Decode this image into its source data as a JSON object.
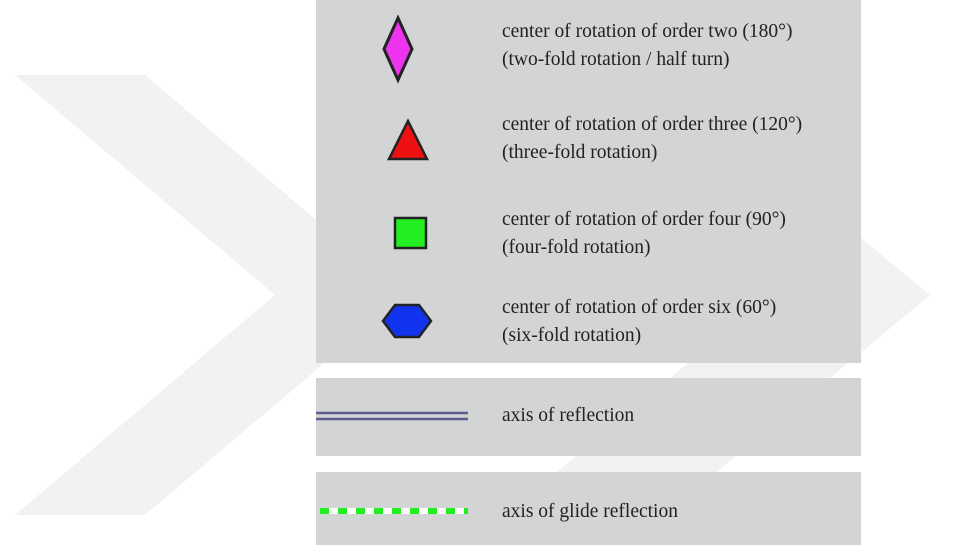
{
  "legend": {
    "rotation_items": [
      {
        "symbol": "rhombus-icon",
        "color": "#ee33ee",
        "line1": "center of rotation of order two (180°)",
        "line2": "(two-fold rotation / half turn)"
      },
      {
        "symbol": "triangle-icon",
        "color": "#ee1111",
        "line1": "center of rotation of order three (120°)",
        "line2": "(three-fold rotation)"
      },
      {
        "symbol": "square-icon",
        "color": "#22ee22",
        "line1": "center of rotation of order four (90°)",
        "line2": "(four-fold rotation)"
      },
      {
        "symbol": "hexagon-icon",
        "color": "#1133ee",
        "line1": "center of rotation of order six (60°)",
        "line2": "(six-fold rotation)"
      }
    ],
    "reflection": {
      "symbol": "double-line-icon",
      "color": "#5a5a8c",
      "label": "axis of reflection"
    },
    "glide": {
      "symbol": "dashed-line-icon",
      "color": "#22ee22",
      "label": "axis of glide reflection"
    }
  }
}
